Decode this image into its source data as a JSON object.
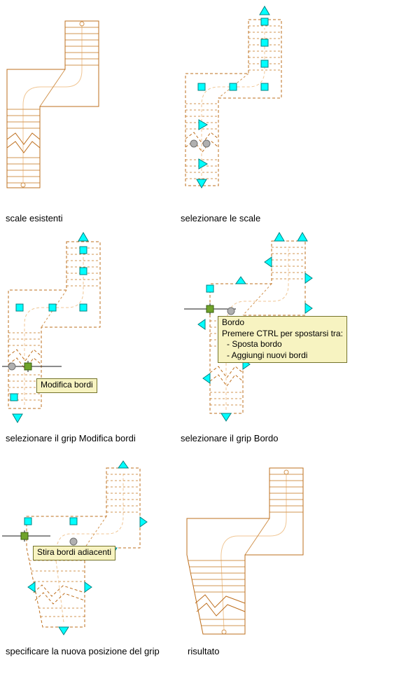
{
  "colors": {
    "stair_stroke": "#BE6F1E",
    "tread_stroke": "#D29552",
    "walk_stroke": "#F0C694",
    "grip_fill": "#00FFFF",
    "grip_stroke": "#008080",
    "hot_grip_fill": "#6FA32A",
    "gray_grip_fill": "#B0B0B0",
    "tooltip_bg": "#F7F3C1",
    "tooltip_border": "#74742C"
  },
  "panels": [
    {
      "caption": "scale esistenti"
    },
    {
      "caption": "selezionare le scale"
    },
    {
      "caption": "selezionare il grip Modifica bordi",
      "tooltip": "Modifica bordi"
    },
    {
      "caption": "selezionare il grip Bordo",
      "tooltip": {
        "title": "Bordo",
        "line1": "Premere CTRL per spostarsi tra:",
        "line2": "- Sposta bordo",
        "line3": "- Aggiungi nuovi bordi"
      }
    },
    {
      "caption": "specificare la nuova posizione del grip",
      "tooltip": "Stira bordi adiacenti"
    },
    {
      "caption": "risultato"
    }
  ]
}
